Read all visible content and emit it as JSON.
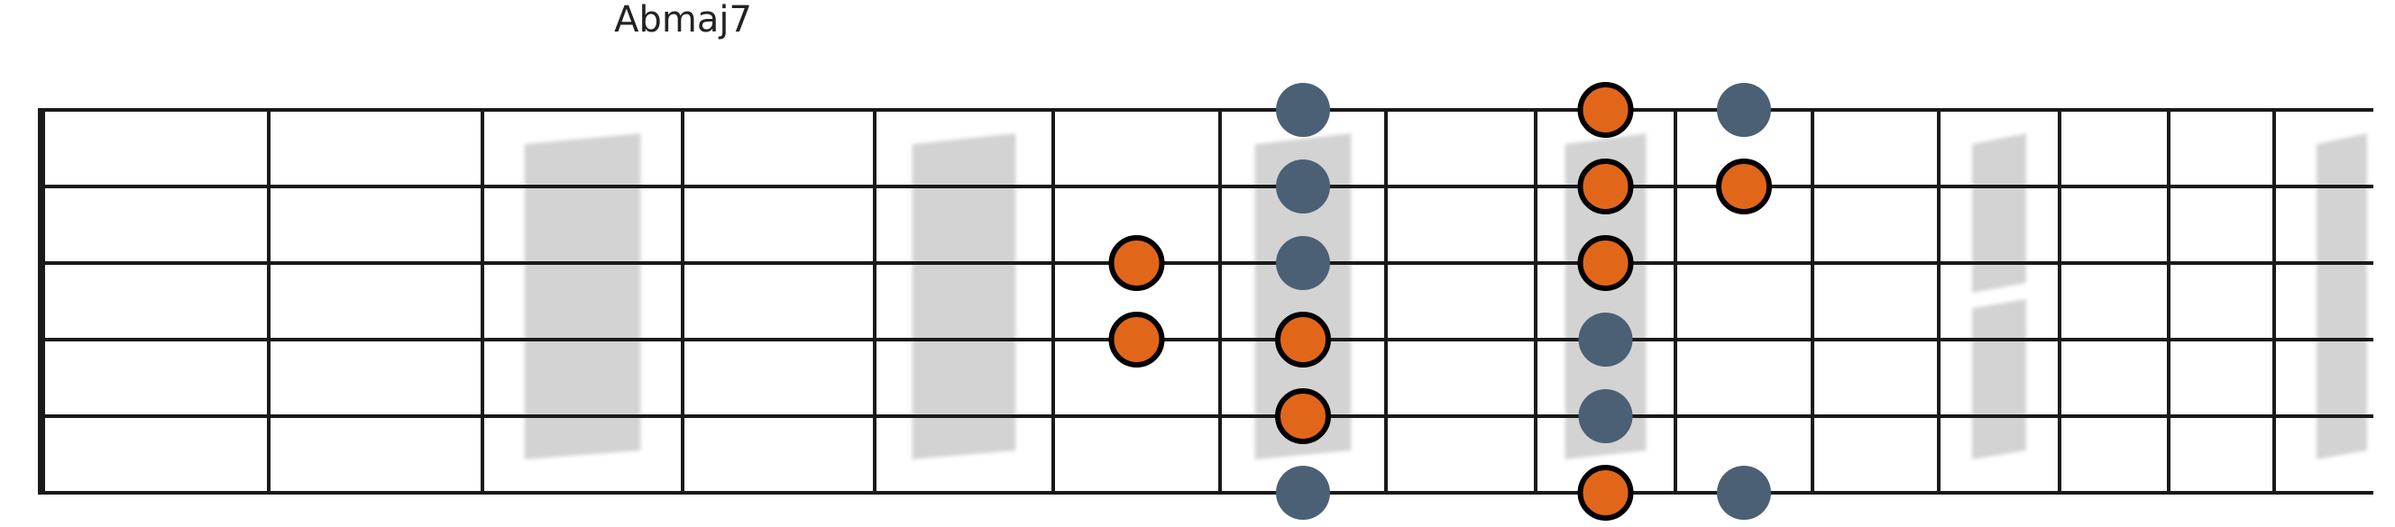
{
  "chord": {
    "name": "Abmaj7"
  },
  "colors": {
    "chord_tone": "#E2661A",
    "scale_tone": "#4B6075",
    "marker": "#D3D3D3",
    "line": "#1A1A1A",
    "dot_outline": "#000000"
  },
  "fretboard": {
    "strings": 6,
    "frets_shown": 15,
    "single_inlays_at_fret": [
      3,
      5,
      7,
      9,
      15
    ],
    "double_inlay_at_fret": 12
  },
  "notes": [
    {
      "string": 1,
      "fret": 7,
      "kind": "scale_tone"
    },
    {
      "string": 1,
      "fret": 9,
      "kind": "chord_tone"
    },
    {
      "string": 1,
      "fret": 10,
      "kind": "scale_tone"
    },
    {
      "string": 2,
      "fret": 7,
      "kind": "scale_tone"
    },
    {
      "string": 2,
      "fret": 9,
      "kind": "chord_tone"
    },
    {
      "string": 2,
      "fret": 10,
      "kind": "chord_tone"
    },
    {
      "string": 3,
      "fret": 6,
      "kind": "chord_tone"
    },
    {
      "string": 3,
      "fret": 7,
      "kind": "scale_tone"
    },
    {
      "string": 3,
      "fret": 9,
      "kind": "chord_tone"
    },
    {
      "string": 4,
      "fret": 6,
      "kind": "chord_tone"
    },
    {
      "string": 4,
      "fret": 7,
      "kind": "chord_tone"
    },
    {
      "string": 4,
      "fret": 9,
      "kind": "scale_tone"
    },
    {
      "string": 5,
      "fret": 7,
      "kind": "chord_tone"
    },
    {
      "string": 5,
      "fret": 9,
      "kind": "scale_tone"
    },
    {
      "string": 6,
      "fret": 7,
      "kind": "scale_tone"
    },
    {
      "string": 6,
      "fret": 9,
      "kind": "chord_tone"
    },
    {
      "string": 6,
      "fret": 10,
      "kind": "scale_tone"
    }
  ]
}
